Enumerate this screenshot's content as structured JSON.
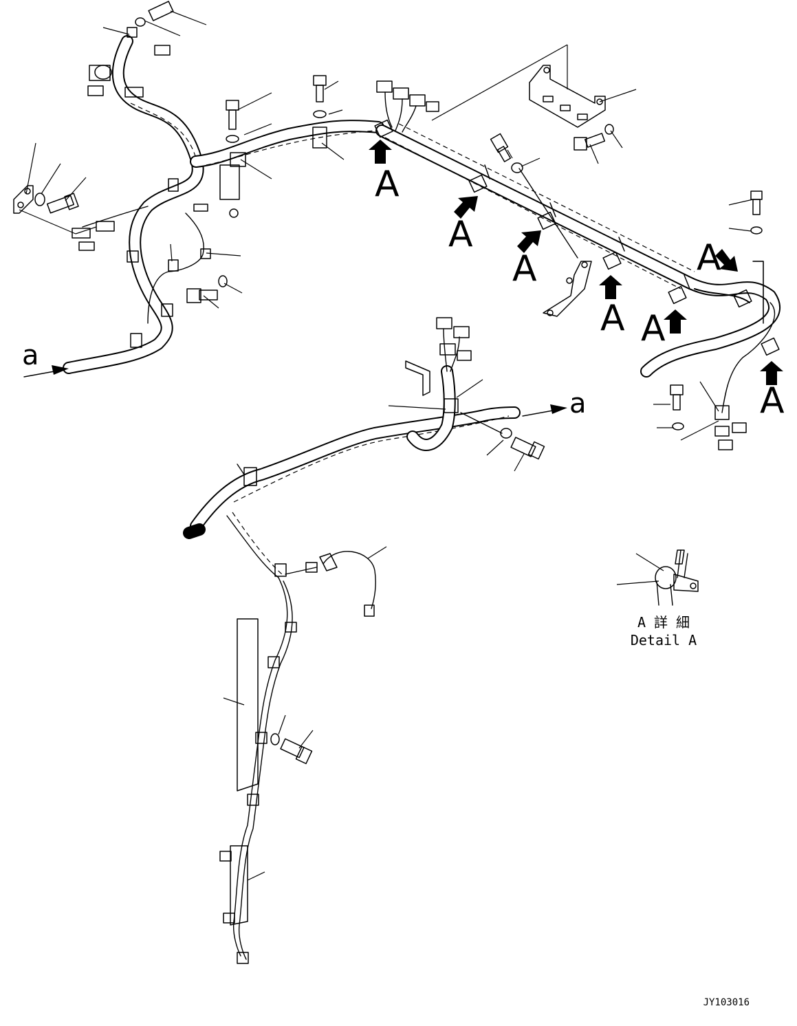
{
  "callouts": {
    "detail_letter": "A",
    "section_letter": "a"
  },
  "detail": {
    "caption_jp": "A 詳 細",
    "caption_en": "Detail A"
  },
  "drawing_code": "JY103016"
}
